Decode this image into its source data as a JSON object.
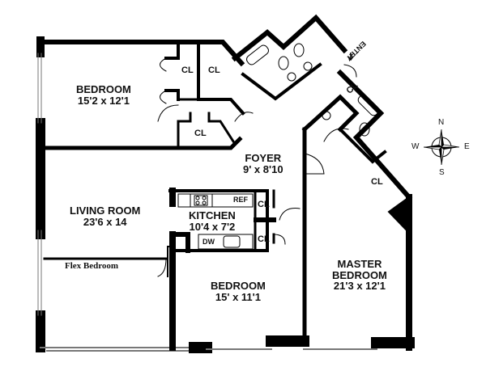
{
  "rooms": {
    "bedroom_1": {
      "name": "BEDROOM",
      "size": "15'2 x 12'1"
    },
    "living_room": {
      "name": "LIVING ROOM",
      "size": "23'6 x 14"
    },
    "flex_bedroom": {
      "name": "Flex Bedroom"
    },
    "foyer": {
      "name": "FOYER",
      "size": "9' x 8'10"
    },
    "kitchen": {
      "name": "KITCHEN",
      "size": "10'4 x 7'2"
    },
    "bedroom_2": {
      "name": "BEDROOM",
      "size": "15' x 11'1"
    },
    "master_bedroom": {
      "name": "MASTER",
      "name2": "BEDROOM",
      "size": "21'3 x 12'1"
    }
  },
  "closets": [
    "CL",
    "CL",
    "CL",
    "CL",
    "CL",
    "CL",
    "CL"
  ],
  "appliances": {
    "ref": "REF",
    "dw": "DW"
  },
  "entry": "ENTRY",
  "compass": {
    "n": "N",
    "s": "S",
    "e": "E",
    "w": "W"
  }
}
